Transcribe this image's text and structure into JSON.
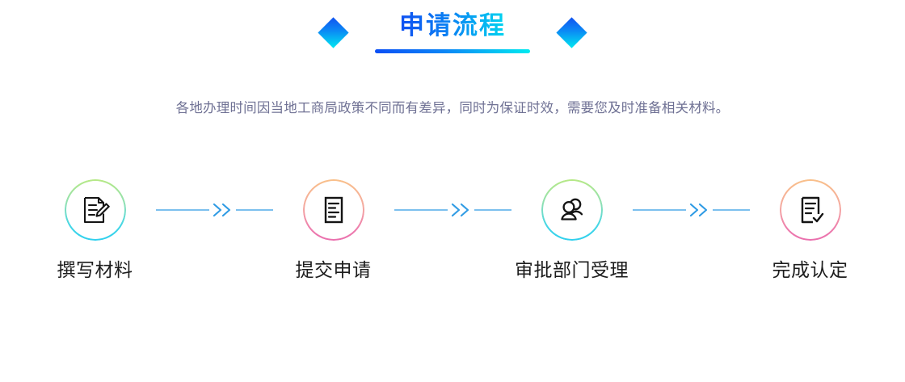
{
  "header": {
    "title": "申请流程",
    "left_diamond_icon": "diamond-icon",
    "right_diamond_icon": "diamond-icon",
    "underline_gradient_from": "#0b4ff5",
    "underline_gradient_to": "#00eaf0",
    "title_gradient_from": "#0f4ff2",
    "title_gradient_to": "#00d5f0"
  },
  "subtitle": {
    "text": "各地办理时间因当地工商局政策不同而有差异，同时为保证时效，需要您及时准备相关材料。",
    "color": "#6f7194"
  },
  "flow": {
    "connector_color": "#2f9be4",
    "steps": [
      {
        "label": "撰写材料",
        "icon": "document-pencil-icon",
        "ring_from": "#b7e986",
        "ring_to": "#2fd0ee"
      },
      {
        "label": "提交申请",
        "icon": "document-lines-icon",
        "ring_from": "#f9c08a",
        "ring_to": "#ea6fae"
      },
      {
        "label": "审批部门受理",
        "icon": "users-icon",
        "ring_from": "#b7e986",
        "ring_to": "#2fd0ee"
      },
      {
        "label": "完成认定",
        "icon": "document-check-icon",
        "ring_from": "#f9c08a",
        "ring_to": "#ea6fae"
      }
    ],
    "connectors": [
      {
        "name": "arrow-connector-1"
      },
      {
        "name": "arrow-connector-2"
      },
      {
        "name": "arrow-connector-3"
      }
    ]
  }
}
